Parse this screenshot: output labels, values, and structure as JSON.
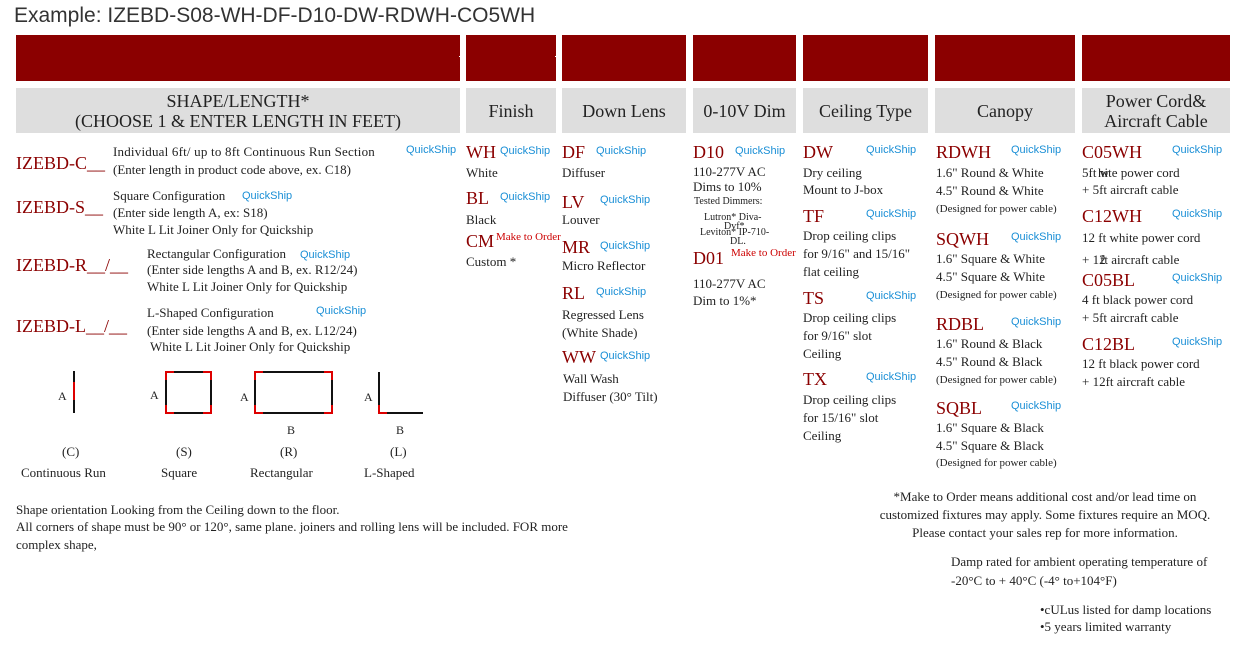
{
  "title": "Example: IZEBD-S08-WH-DF-D10-DW-RDWH-CO5WH",
  "quickship": "QuickShip",
  "make_to_order": "Make to Order",
  "headers": {
    "shape": [
      "SHAPE/LENGTH*",
      "(CHOOSE 1 & ENTER LENGTH IN FEET)"
    ],
    "finish": "Finish",
    "lens": "Down Lens",
    "dim": "0-10V Dim",
    "ceiling": "Ceiling Type",
    "canopy": "Canopy",
    "cord": [
      "Power Cord&",
      "Aircraft Cable"
    ]
  },
  "shapes": [
    {
      "code": "IZEBD-C__",
      "lines": [
        "Individual 6ft/ up to 8ft Continuous Run Section",
        "(Enter length in product code above, ex. C18)"
      ]
    },
    {
      "code": "IZEBD-S__",
      "lines": [
        "Square Configuration",
        "(Enter side length A, ex: S18)",
        "White L Lit Joiner Only for Quickship"
      ]
    },
    {
      "code": "IZEBD-R__/__",
      "lines": [
        "Rectangular Configuration",
        "(Enter side lengths A and B, ex. R12/24)",
        "White L Lit Joiner Only for Quickship"
      ]
    },
    {
      "code": "IZEBD-L__/__",
      "lines": [
        "L-Shaped Configuration",
        "(Enter side lengths A and B, ex. L12/24)",
        "White L Lit Joiner Only for Quickship"
      ]
    }
  ],
  "diagrams": {
    "a": "A",
    "b": "B",
    "codes": [
      "(C)",
      "(S)",
      "(R)",
      "(L)"
    ],
    "names": [
      "Continuous Run",
      "Square",
      "Rectangular",
      "L-Shaped"
    ]
  },
  "finish": [
    {
      "code": "WH",
      "desc": "White"
    },
    {
      "code": "BL",
      "desc": "Black"
    },
    {
      "code": "CM",
      "desc": "Custom *"
    }
  ],
  "lens": [
    {
      "code": "DF",
      "desc": [
        "Diffuser"
      ]
    },
    {
      "code": "LV",
      "desc": [
        "Louver"
      ]
    },
    {
      "code": "MR",
      "desc": [
        "Micro Reflector"
      ]
    },
    {
      "code": "RL",
      "desc": [
        "Regressed Lens",
        "(White Shade)"
      ]
    },
    {
      "code": "WW",
      "desc": [
        "Wall Wash",
        "Diffuser (30° Tilt)"
      ]
    }
  ],
  "dim": {
    "d10": {
      "code": "D10",
      "desc": [
        "110-277V  AC",
        "Dims to 10%"
      ],
      "tested": "Tested Dimmers:",
      "dimmers": [
        "Lutron* Diva-",
        "Dvf*",
        "Leviton* IP-710-",
        "DL."
      ]
    },
    "d01": {
      "code": "D01",
      "desc": [
        "110-277V AC",
        "Dim to 1%*"
      ]
    }
  },
  "ceiling": [
    {
      "code": "DW",
      "desc": [
        "Dry ceiling",
        "Mount to J-box"
      ]
    },
    {
      "code": "TF",
      "desc": [
        "Drop ceiling clips",
        "for 9/16\" and 15/16\"",
        "flat ceiling"
      ]
    },
    {
      "code": "TS",
      "desc": [
        "Drop ceiling clips",
        "for 9/16\" slot",
        "Ceiling"
      ]
    },
    {
      "code": "TX",
      "desc": [
        "Drop ceiling clips",
        "for 15/16\" slot",
        "Ceiling"
      ]
    }
  ],
  "canopy": [
    {
      "code": "RDWH",
      "desc": [
        "1.6\" Round & White",
        "4.5\" Round & White"
      ],
      "note": "(Designed for power cable)"
    },
    {
      "code": "SQWH",
      "desc": [
        "1.6\" Square & White",
        "4.5\" Square & White"
      ],
      "note": "(Designed for power cable)"
    },
    {
      "code": "RDBL",
      "desc": [
        "1.6\" Round & Black",
        "4.5\" Round & Black"
      ],
      "note": "(Designed for power cable)"
    },
    {
      "code": "SQBL",
      "desc": [
        "1.6\" Square & Black",
        "4.5\" Square & Black"
      ],
      "note": "(Designed for power cable)"
    }
  ],
  "cord": [
    {
      "code": "C05WH",
      "desc": [
        "5ft w",
        "hite power cord",
        "+ 5ft aircraft cable"
      ]
    },
    {
      "code": "C12WH",
      "desc": [
        "12 ft white power cord",
        "+ 12",
        "ft aircraft cable"
      ]
    },
    {
      "code": "C05BL",
      "desc": [
        "4 ft black power cord",
        "+ 5ft aircraft cable"
      ]
    },
    {
      "code": "C12BL",
      "desc": [
        "12 ft black power cord",
        "+ 12ft aircraft cable"
      ]
    }
  ],
  "notes": {
    "orientation": "Shape orientation Looking from the Ceiling down to the floor.",
    "corners": [
      "All corners of shape must be 90° or 120°, same plane. joiners and rolling lens will be included. FOR more",
      "complex shape,"
    ],
    "mto": [
      "*Make to Order means additional cost and/or lead time on",
      "customized fixtures may apply. Some fixtures require an MOQ.",
      "Please contact your sales rep for more information."
    ],
    "damp": [
      "Damp rated for ambient operating temperature of",
      "-20°C to + 40°C (-4° to+104°F)"
    ],
    "bullets": [
      "•cULus listed for damp locations",
      "•5 years limited warranty"
    ]
  }
}
